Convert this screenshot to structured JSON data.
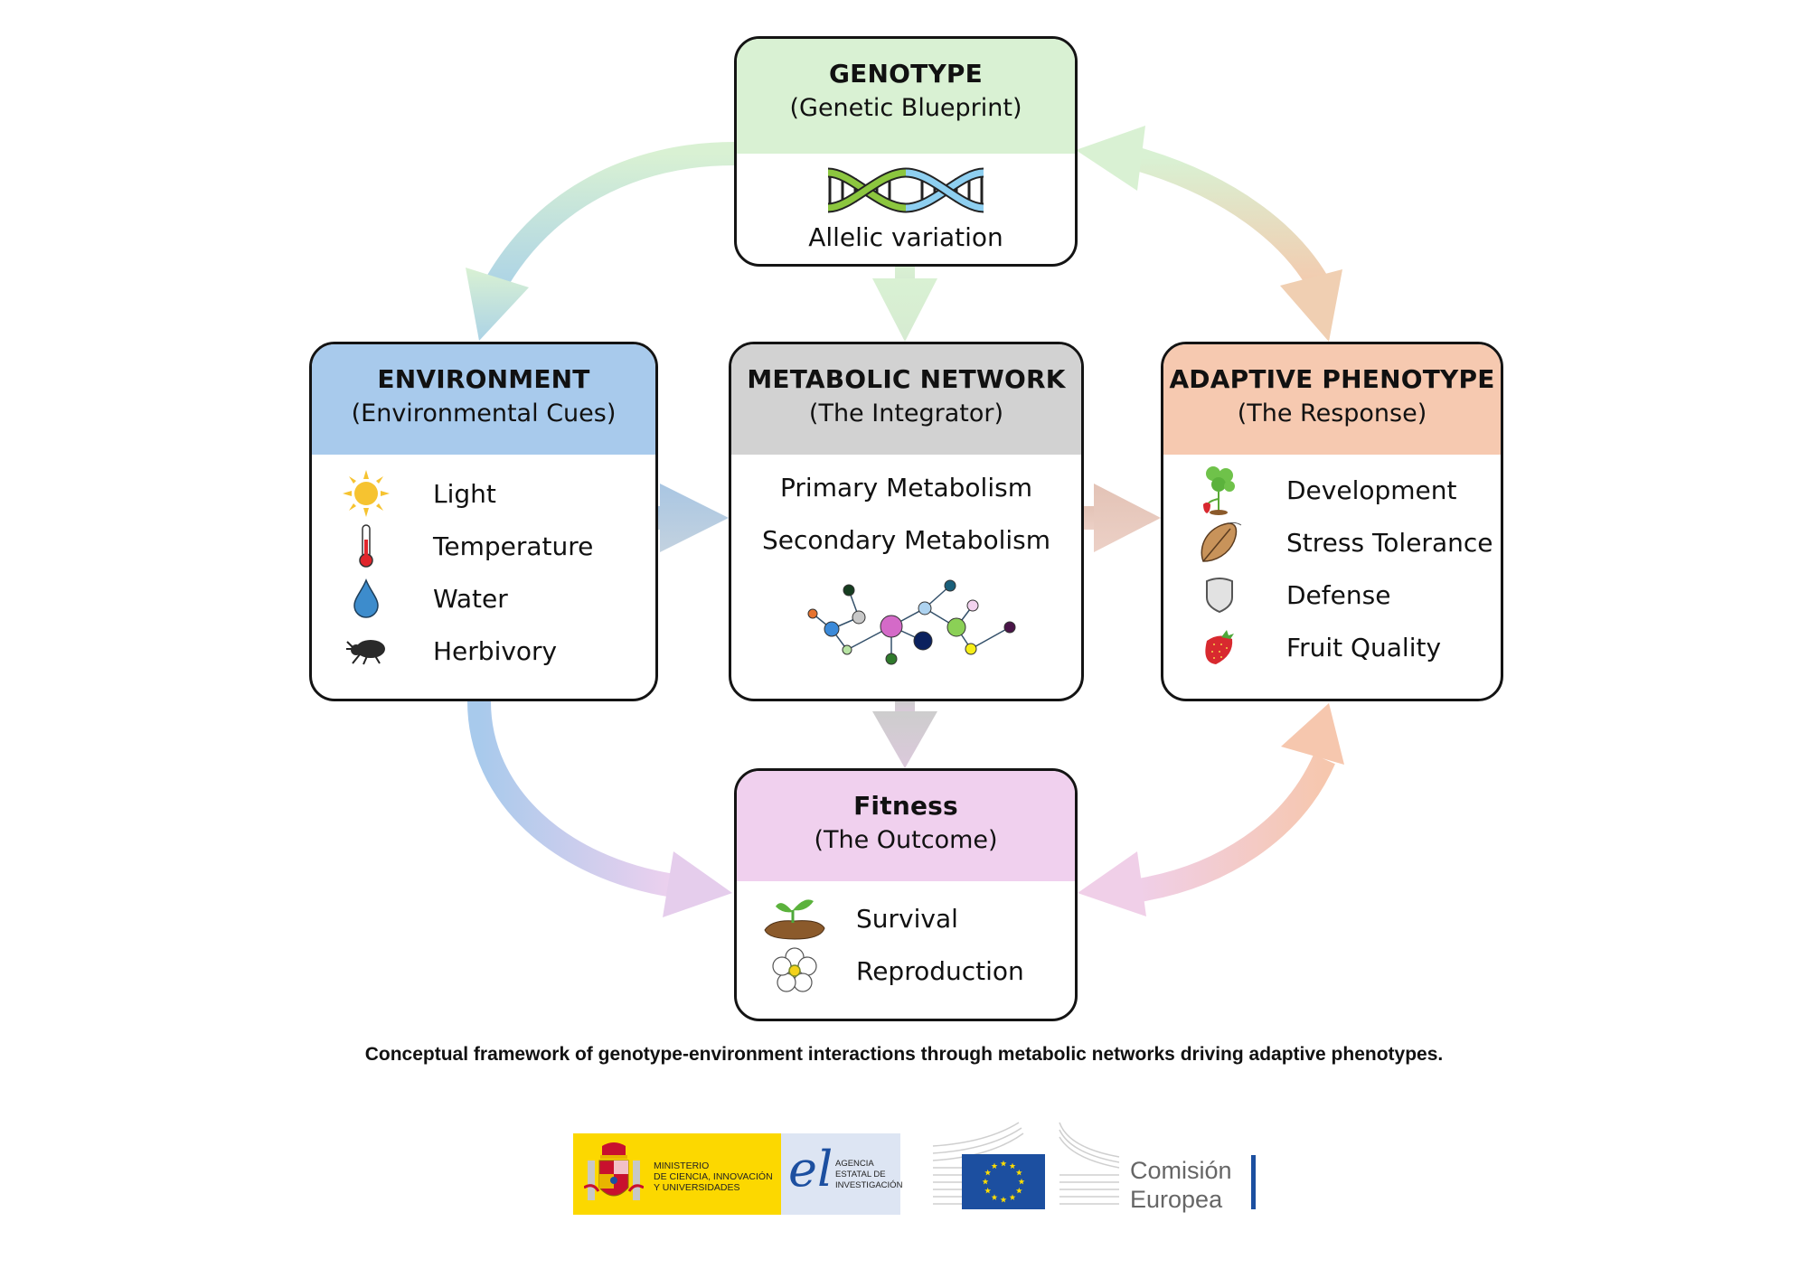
{
  "boxes": {
    "genotype": {
      "title": "GENOTYPE",
      "subtitle": "(Genetic Blueprint)",
      "color": "#d9f1d3",
      "icon": "dna-icon",
      "items": [
        {
          "label": "Allelic variation"
        }
      ]
    },
    "environment": {
      "title": "ENVIRONMENT",
      "subtitle": "(Environmental Cues)",
      "color": "#a8caec",
      "items": [
        {
          "label": "Light",
          "icon": "sun-icon"
        },
        {
          "label": "Temperature",
          "icon": "thermometer-icon"
        },
        {
          "label": "Water",
          "icon": "water-drop-icon"
        },
        {
          "label": "Herbivory",
          "icon": "beetle-icon"
        }
      ]
    },
    "metabolic": {
      "title": "METABOLIC NETWORK",
      "subtitle": "(The Integrator)",
      "color": "#d2d2d2",
      "icon": "network-graph-icon",
      "items": [
        {
          "label": "Primary Metabolism"
        },
        {
          "label": "Secondary Metabolism"
        }
      ]
    },
    "phenotype": {
      "title": "ADAPTIVE PHENOTYPE",
      "subtitle": "(The Response)",
      "color": "#f6c9b0",
      "items": [
        {
          "label": "Development",
          "icon": "strawberry-plant-icon"
        },
        {
          "label": "Stress Tolerance",
          "icon": "dry-leaf-icon"
        },
        {
          "label": "Defense",
          "icon": "shield-icon"
        },
        {
          "label": "Fruit Quality",
          "icon": "strawberry-icon"
        }
      ]
    },
    "fitness": {
      "title": "Fitness",
      "subtitle": "(The Outcome)",
      "color": "#f0d0ee",
      "items": [
        {
          "label": "Survival",
          "icon": "seedling-icon"
        },
        {
          "label": "Reproduction",
          "icon": "flower-icon"
        }
      ]
    }
  },
  "connections": [
    {
      "from": "genotype",
      "to": "environment",
      "type": "curved",
      "direction": "one-way"
    },
    {
      "from": "genotype",
      "to": "metabolic",
      "type": "straight",
      "direction": "one-way"
    },
    {
      "from": "genotype",
      "to": "phenotype",
      "type": "curved",
      "direction": "two-way"
    },
    {
      "from": "environment",
      "to": "metabolic",
      "type": "straight",
      "direction": "one-way"
    },
    {
      "from": "metabolic",
      "to": "phenotype",
      "type": "straight",
      "direction": "one-way"
    },
    {
      "from": "metabolic",
      "to": "fitness",
      "type": "straight",
      "direction": "one-way"
    },
    {
      "from": "environment",
      "to": "fitness",
      "type": "curved",
      "direction": "one-way"
    },
    {
      "from": "phenotype",
      "to": "fitness",
      "type": "curved",
      "direction": "two-way"
    }
  ],
  "caption": "Conceptual framework of genotype-environment interactions through metabolic networks driving adaptive phenotypes.",
  "logos": {
    "ministry": {
      "lines": [
        "MINISTERIO",
        "DE CIENCIA, INNOVACIÓN",
        "Y UNIVERSIDADES"
      ],
      "color": "#fcd800"
    },
    "agency": {
      "mark": "el",
      "lines": [
        "AGENCIA",
        "ESTATAL DE",
        "INVESTIGACIÓN"
      ],
      "color": "#dde5f3"
    },
    "commission": {
      "line1": "Comisión",
      "line2": "Europea",
      "color": "#1c4fa0"
    }
  }
}
